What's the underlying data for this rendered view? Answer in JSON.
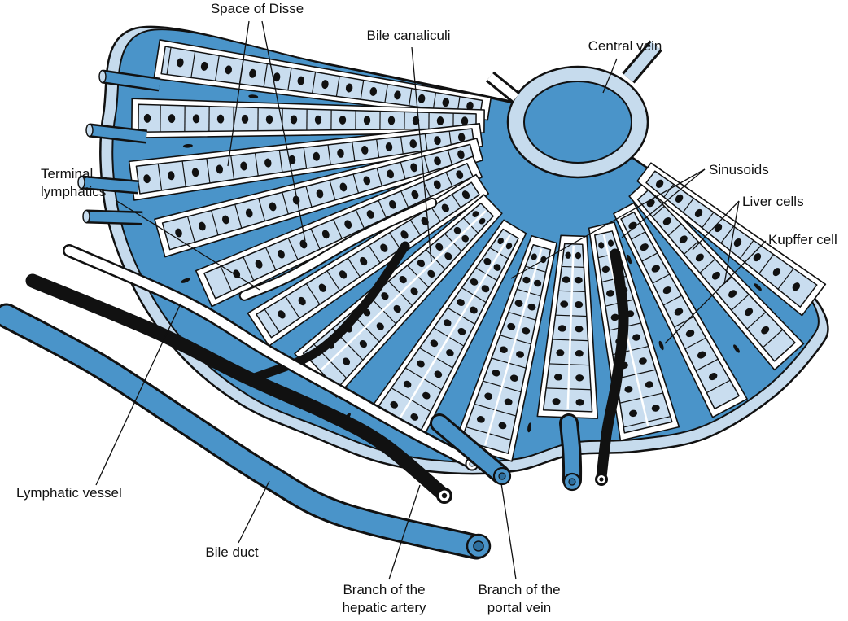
{
  "figure": {
    "colors": {
      "vessel_blue": "#4a94c9",
      "cell_blue": "#c9ddef",
      "rim_blue": "#c6dbed",
      "lumen_blue": "#2e6f9e",
      "ink": "#111111",
      "background": "#ffffff"
    },
    "labels": {
      "space_of_disse": "Space of Disse",
      "bile_canaliculi": "Bile canaliculi",
      "central_vein": "Central vein",
      "terminal_lymphatics": {
        "line1": "Terminal",
        "line2": "lymphatics"
      },
      "sinusoids": "Sinusoids",
      "liver_cells": "Liver cells",
      "kupffer_cell": "Kupffer cell",
      "lymphatic_vessel": "Lymphatic vessel",
      "bile_duct": "Bile duct",
      "branch_hepatic_artery": {
        "line1": "Branch of the",
        "line2": "hepatic artery"
      },
      "branch_portal_vein": {
        "line1": "Branch of the",
        "line2": "portal vein"
      }
    }
  }
}
